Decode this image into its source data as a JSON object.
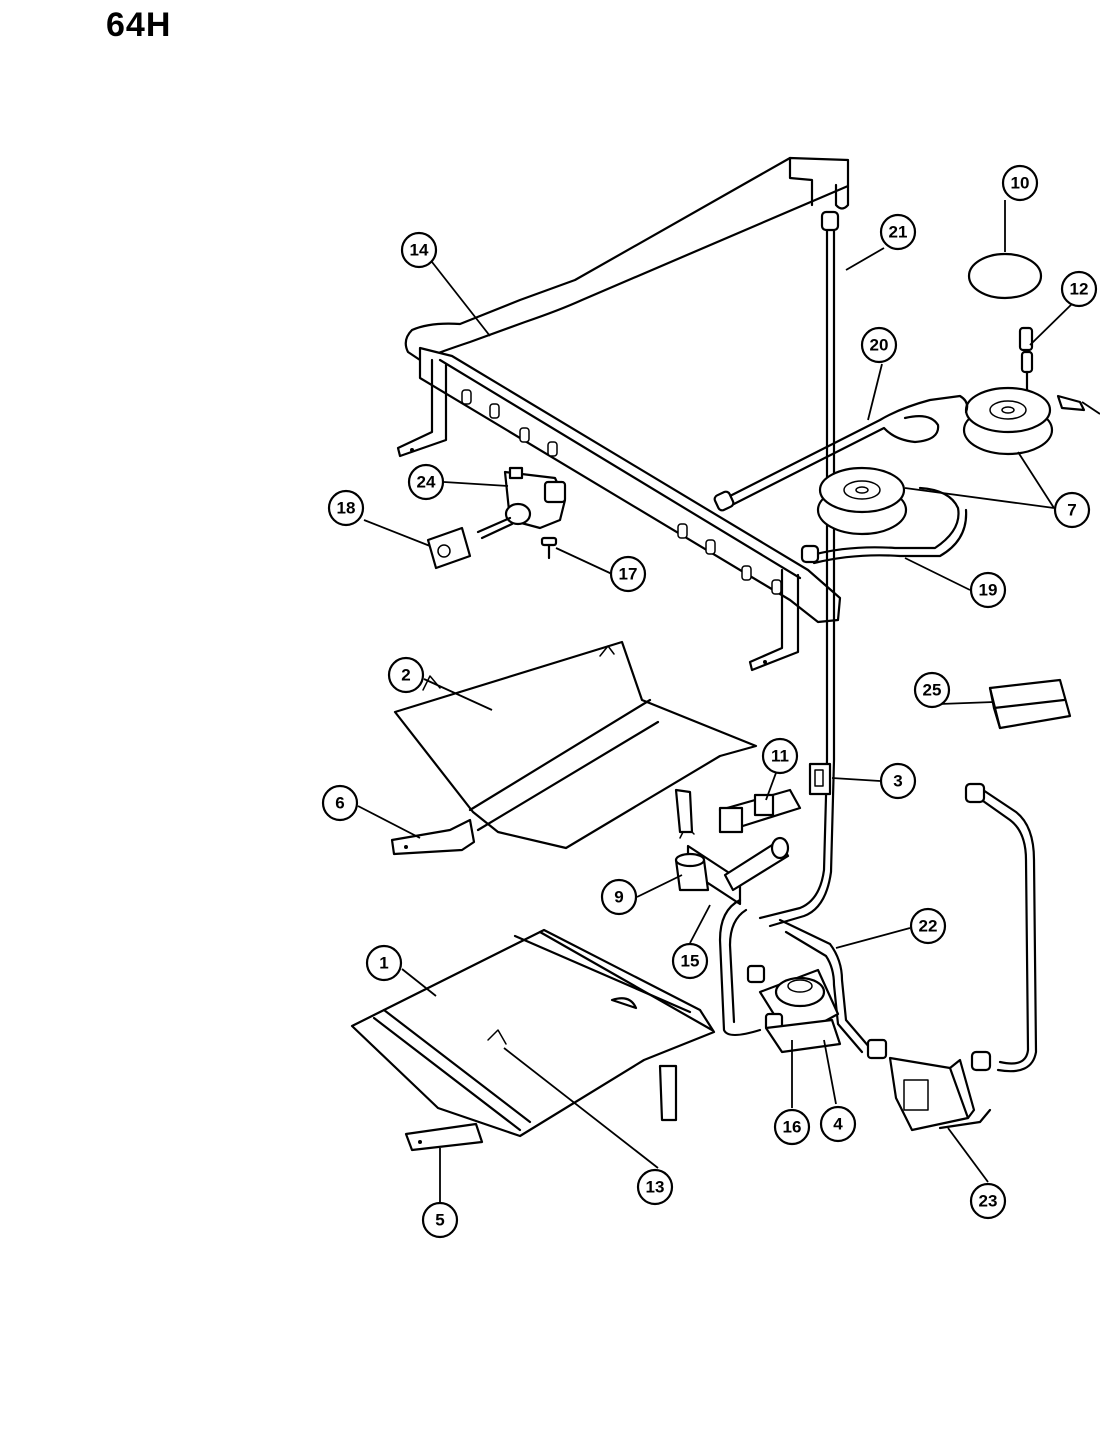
{
  "title": "64H",
  "callouts": [
    {
      "id": "c1",
      "label": "1"
    },
    {
      "id": "c2",
      "label": "2"
    },
    {
      "id": "c3",
      "label": "3"
    },
    {
      "id": "c4",
      "label": "4"
    },
    {
      "id": "c5",
      "label": "5"
    },
    {
      "id": "c6",
      "label": "6"
    },
    {
      "id": "c7",
      "label": "7"
    },
    {
      "id": "c9",
      "label": "9"
    },
    {
      "id": "c10",
      "label": "10"
    },
    {
      "id": "c11",
      "label": "11"
    },
    {
      "id": "c12",
      "label": "12"
    },
    {
      "id": "c13",
      "label": "13"
    },
    {
      "id": "c14",
      "label": "14"
    },
    {
      "id": "c15",
      "label": "15"
    },
    {
      "id": "c16",
      "label": "16"
    },
    {
      "id": "c17",
      "label": "17"
    },
    {
      "id": "c18",
      "label": "18"
    },
    {
      "id": "c19",
      "label": "19"
    },
    {
      "id": "c20",
      "label": "20"
    },
    {
      "id": "c21",
      "label": "21"
    },
    {
      "id": "c22",
      "label": "22"
    },
    {
      "id": "c23",
      "label": "23"
    },
    {
      "id": "c24",
      "label": "24"
    },
    {
      "id": "c25",
      "label": "25"
    }
  ]
}
